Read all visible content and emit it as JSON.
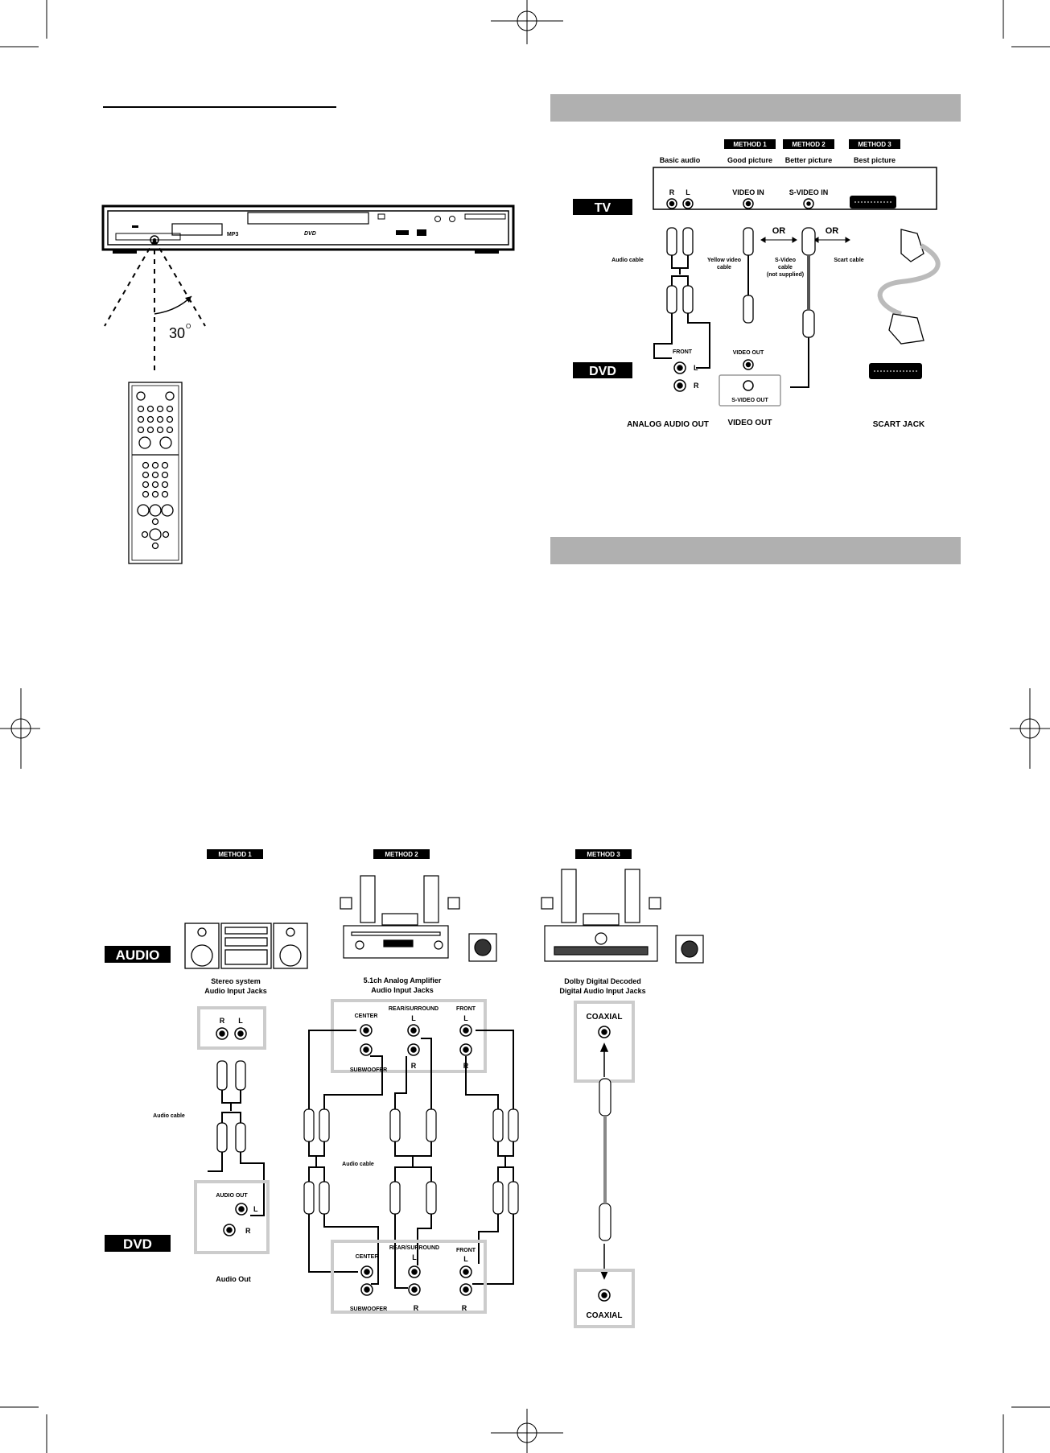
{
  "remote": {
    "angle": "30",
    "angle_unit": "O"
  },
  "player": {
    "badge_mp3": "MP3",
    "badge_dvd": "DVD"
  },
  "tv_section": {
    "tv_label": "TV",
    "dvd_label": "DVD",
    "methods": [
      {
        "tag": "METHOD 1",
        "caption": "Good picture"
      },
      {
        "tag": "METHOD 2",
        "caption": "Better picture"
      },
      {
        "tag": "METHOD 3",
        "caption": "Best picture"
      }
    ],
    "basic_audio": "Basic audio",
    "jack_r": "R",
    "jack_l": "L",
    "video_in": "VIDEO IN",
    "svideo_in": "S-VIDEO IN",
    "or_1": "OR",
    "or_2": "OR",
    "audio_cable": "Audio cable",
    "yellow_cable_1": "Yellow video",
    "yellow_cable_2": "cable",
    "svideo_cable_1": "S-Video",
    "svideo_cable_2": "cable",
    "svideo_cable_3": "(not supplied)",
    "scart_cable": "Scart cable",
    "front": "FRONT",
    "video_out": "VIDEO OUT",
    "svideo_out": "S-VIDEO OUT",
    "analog_audio_out": "ANALOG AUDIO OUT",
    "video_out_caption": "VIDEO OUT",
    "scart_jack": "SCART JACK"
  },
  "audio_section": {
    "audio_label": "AUDIO",
    "dvd_label": "DVD",
    "method1": "METHOD 1",
    "method2": "METHOD 2",
    "method3": "METHOD 3",
    "stereo_1": "Stereo system",
    "stereo_2": "Audio Input Jacks",
    "amp_1": "5.1ch Analog Amplifier",
    "amp_2": "Audio Input Jacks",
    "dolby_1": "Dolby Digital Decoded",
    "dolby_2": "Digital Audio Input Jacks",
    "r": "R",
    "l": "L",
    "audio_cable_1": "Audio cable",
    "audio_cable_2": "Audio cable",
    "audio_out": "AUDIO OUT",
    "audio_out_caption": "Audio Out",
    "center": "CENTER",
    "rear_surround": "REAR/SURROUND",
    "front": "FRONT",
    "subwoofer": "SUBWOOFER",
    "coaxial_top": "COAXIAL",
    "coaxial_bottom": "COAXIAL"
  }
}
